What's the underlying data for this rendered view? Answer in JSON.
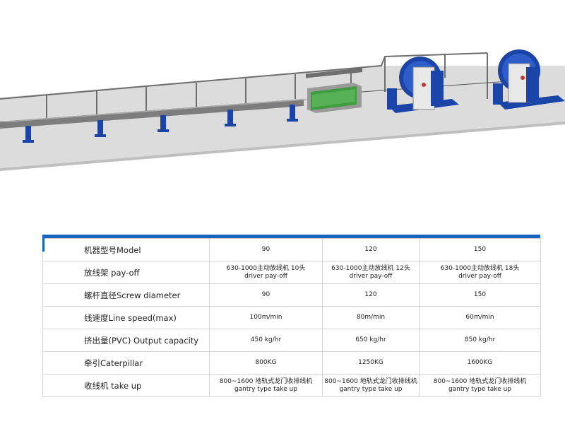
{
  "table": {
    "accent_color": "#1565c0",
    "rows": [
      {
        "label": "机器型号Model",
        "values": [
          "90",
          "120",
          "150"
        ]
      },
      {
        "label": "放线架 pay-off",
        "values": [
          [
            "630-1000主动放线机 10头",
            "driver pay-off"
          ],
          [
            "630-1000主动放线机 12头",
            "driver pay-off"
          ],
          [
            "630-1000主动放线机 18头",
            "driver pay-off"
          ]
        ]
      },
      {
        "label": "螺杆直径Screw diameter",
        "values": [
          "90",
          "120",
          "150"
        ]
      },
      {
        "label": "线速度Line speed(max)",
        "values": [
          "100m/min",
          "80m/min",
          "60m/min"
        ]
      },
      {
        "label": "挤出量(PVC) Output capacity",
        "values": [
          "450 kg/hr",
          "650 kg/hr",
          "850 kg/hr"
        ]
      },
      {
        "label": "牵引Caterpillar",
        "values": [
          "800KG",
          "1250KG",
          "1600KG"
        ]
      },
      {
        "label": "收线机 take up",
        "values": [
          [
            "800~1600 地轨式龙门收排线机",
            "gantry type take up"
          ],
          [
            "800~1600 地轨式龙门收排线机",
            "gantry type take up"
          ],
          [
            "800~1600 地轨式龙门收排线机",
            "gantry type take up"
          ]
        ]
      }
    ]
  },
  "illustration": {
    "floor_color": "#dcdcdc",
    "machine_color": "#1b44a8",
    "frame_color": "#6e6e6e",
    "extruder_color": "#3f9d3f"
  }
}
